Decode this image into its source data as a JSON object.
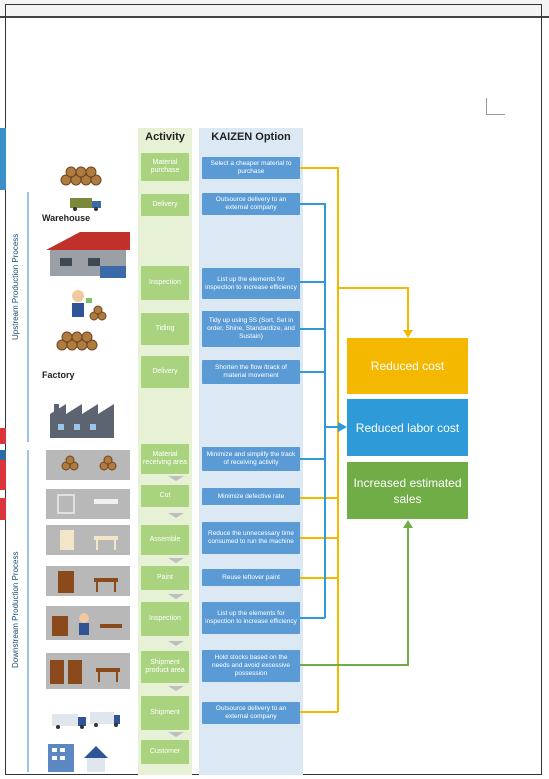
{
  "headers": {
    "activity": "Activity",
    "kaizen": "KAIZEN Option"
  },
  "sections": {
    "warehouse": "Warehouse",
    "factory": "Factory"
  },
  "process_labels": {
    "upstream": "Upstream Production Process",
    "downstream": "Downstream Production Process"
  },
  "activities": [
    "Material purchase",
    "Delivery",
    "Inspection",
    "Tiding",
    "Delivery",
    "Material receiving area",
    "Cut",
    "Assemble",
    "Paint",
    "Inspection",
    "Shipment product area",
    "Shipment",
    "Customer"
  ],
  "kaizen_options": [
    "Select a cheaper material to purchase",
    "Outsource delivery to an external company",
    "List up the elements for inspection to increase efficiency",
    "Tidy up using 5S (Sort, Set in order, Shine, Standardize, and Sustain)",
    "Shorten the flow /track of material movement",
    "Minimize and simplify the track of receiving activity",
    "Minimize defective rate",
    "Reduce the unnecessary time consumed to run the machine",
    "Reuse leftover paint",
    "List up the elements for inspection to increase efficiency",
    "Hold stocks based on the needs and avoid excessive possession",
    "Outsource delivery to an external company"
  ],
  "results": {
    "cost": "Reduced cost",
    "labor": "Reduced labor cost",
    "sales": "Increased estimated sales"
  },
  "colors": {
    "cost": "#f5b800",
    "labor": "#2e9bd8",
    "sales": "#70ad47",
    "activity": "#a9d37f",
    "kaizen": "#5b9bd5"
  },
  "icons": [
    "logs-icon",
    "truck-icon",
    "warehouse-icon",
    "worker-icon",
    "factory-icon",
    "furniture-icon",
    "building-icon"
  ]
}
